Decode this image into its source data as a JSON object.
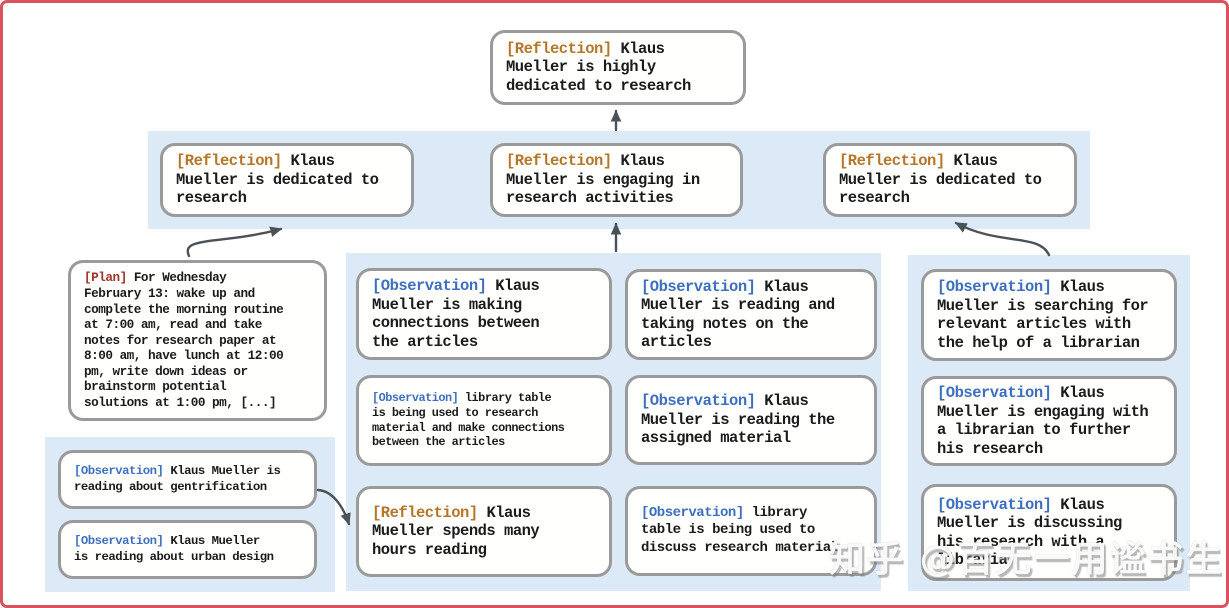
{
  "palette": {
    "frame": "#d9525e",
    "band": "#dce9f7",
    "boxborder": "#9a9a9a",
    "text": "#1b1b1b",
    "tagreflection": "#b5762a",
    "tagobservation": "#3e6fbe",
    "tagplan": "#9d342a",
    "arrow": "#4a5157"
  },
  "boxes": {
    "top": {
      "tag": "[Reflection]",
      "text": "Klaus\nMueller is highly\ndedicated to research"
    },
    "row2a": {
      "tag": "[Reflection]",
      "text": "Klaus\nMueller is dedicated to\nresearch"
    },
    "row2b": {
      "tag": "[Reflection]",
      "text": "Klaus\nMueller is engaging in\nresearch activities"
    },
    "row2c": {
      "tag": "[Reflection]",
      "text": "Klaus\nMueller is dedicated to\nresearch"
    },
    "plan": {
      "tag": "[Plan]",
      "text": "For Wednesday\nFebruary 13: wake up and\ncomplete the morning routine\nat 7:00 am, read and take\nnotes for research paper at\n8:00 am, have lunch at 12:00\npm, write down ideas or\nbrainstorm potential\nsolutions at 1:00 pm, [...]"
    },
    "left1": {
      "tag": "[Observation]",
      "text": "Klaus Mueller is\nreading about gentrification"
    },
    "left2": {
      "tag": "[Observation]",
      "text": "Klaus Mueller\nis reading about urban design"
    },
    "midA1": {
      "tag": "[Observation]",
      "text": "Klaus\nMueller is making\nconnections between\nthe articles"
    },
    "midA2": {
      "tag": "[Observation]",
      "text": "library table\nis being used to research\nmaterial and make connections\nbetween the articles"
    },
    "midA3": {
      "tag": "[Reflection]",
      "text": "Klaus\nMueller spends many\nhours reading"
    },
    "midB1": {
      "tag": "[Observation]",
      "text": "Klaus\nMueller is reading and\ntaking notes on the\narticles"
    },
    "midB2": {
      "tag": "[Observation]",
      "text": "Klaus\nMueller is reading the\nassigned material"
    },
    "midB3": {
      "tag": "[Observation]",
      "text": "library\ntable is being used to\ndiscuss research material"
    },
    "right1": {
      "tag": "[Observation]",
      "text": "Klaus\nMueller is searching for\nrelevant articles with\nthe help of a librarian"
    },
    "right2": {
      "tag": "[Observation]",
      "text": "Klaus\nMueller is engaging with\na librarian to further\nhis research"
    },
    "right3": {
      "tag": "[Observation]",
      "text": "Klaus\nMueller is discussing\nhis research with a\nlibrarian"
    }
  },
  "watermark": {
    "text": "知乎 @百无一用谧书生"
  }
}
